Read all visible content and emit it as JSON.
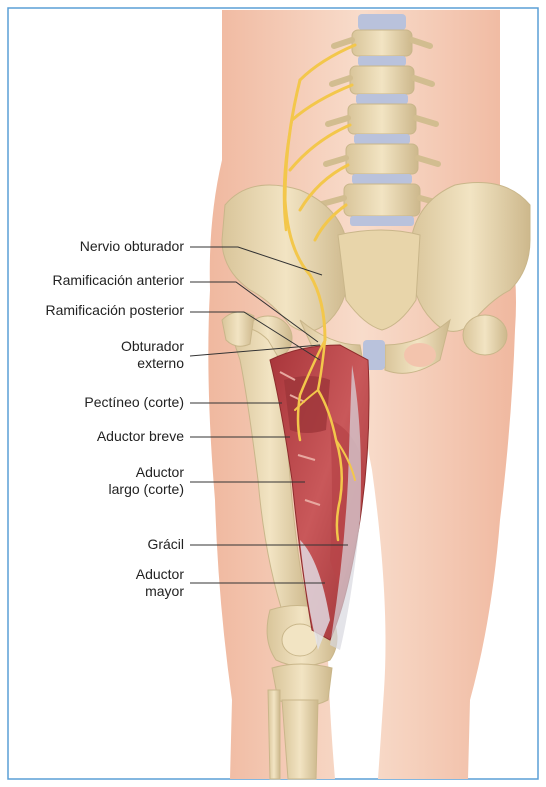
{
  "labels": {
    "nervio_obturador": "Nervio obturador",
    "ramificacion_anterior": "Ramificación anterior",
    "ramificacion_posterior": "Ramificación posterior",
    "obturador_externo": [
      "Obturador",
      "externo"
    ],
    "pectineo": "Pectíneo (corte)",
    "aductor_breve": "Aductor breve",
    "aductor_largo": [
      "Aductor",
      "largo (corte)"
    ],
    "gracil": "Grácil",
    "aductor_mayor": [
      "Aductor",
      "mayor"
    ]
  },
  "colors": {
    "frame_border": "#5a9fd6",
    "skin": "#f3c4ad",
    "skin_light": "#f8d9c8",
    "bone": "#ecdcb4",
    "bone_shadow": "#c9b68a",
    "disc": "#b9c2dc",
    "muscle": "#c0504d",
    "muscle_dark": "#8e2c2c",
    "nerve": "#f3c74b",
    "leader_line": "#333333"
  }
}
